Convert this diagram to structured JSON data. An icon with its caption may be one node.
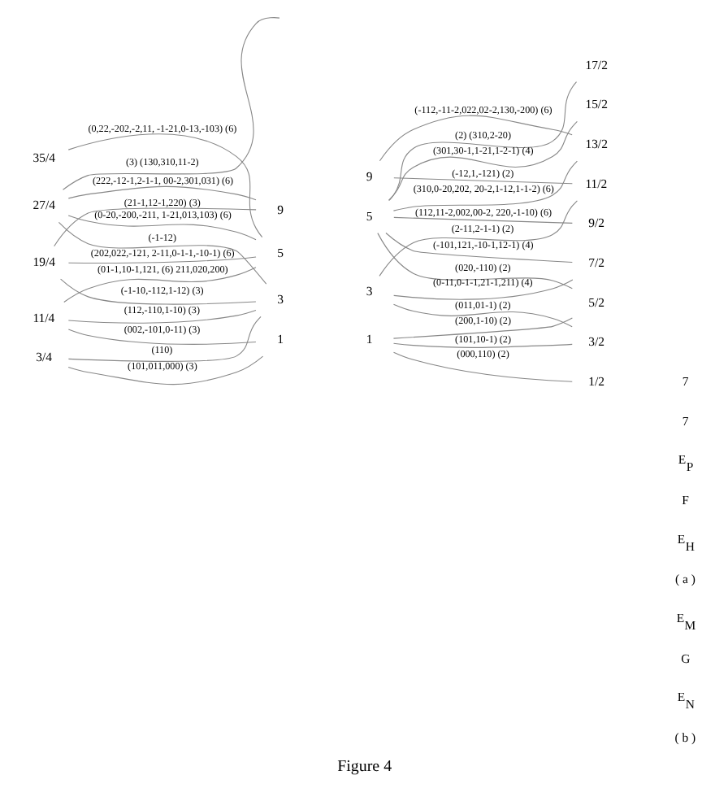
{
  "diagram": {
    "caption": "Figure 4",
    "nodes": [
      {
        "text": [
          "35/4"
        ]
      },
      {
        "text": [
          "27/4"
        ]
      },
      {
        "text": [
          "19/4"
        ]
      },
      {
        "text": [
          "11/4"
        ]
      },
      {
        "text": [
          "3/4"
        ]
      },
      {
        "text": [
          "9"
        ]
      },
      {
        "text": [
          "5"
        ]
      },
      {
        "text": [
          "3"
        ]
      },
      {
        "text": [
          "1"
        ]
      },
      {
        "text": [
          "9"
        ]
      },
      {
        "text": [
          "5"
        ]
      },
      {
        "text": [
          "3"
        ]
      },
      {
        "text": [
          "1"
        ]
      },
      {
        "text": [
          "17/2"
        ]
      },
      {
        "text": [
          "15/2"
        ]
      },
      {
        "text": [
          "13/2"
        ]
      },
      {
        "text": [
          "11/2"
        ]
      },
      {
        "text": [
          "9/2"
        ]
      },
      {
        "text": [
          "7/2"
        ]
      },
      {
        "text": [
          "5/2"
        ]
      },
      {
        "text": [
          "3/2"
        ]
      },
      {
        "text": [
          "1/2"
        ]
      }
    ],
    "edges": [
      {
        "from": 1,
        "to": null,
        "arrow": "none",
        "label": "(3) (130,310,11-2)"
      },
      {
        "from": 1,
        "to": 5,
        "arrow": "none",
        "label": "(222,-12-1,2-1-1, 00-2,301,031) (6)"
      },
      {
        "from": 0,
        "to": 6,
        "arrow": "none",
        "label": "(0,22,-202,-2,11, -1-21,0-13,-103) (6)"
      },
      {
        "from": 1,
        "to": 6,
        "arrow": "none",
        "label": "(0-20,-200,-211, 1-21,013,103) (6)"
      },
      {
        "from": 1,
        "to": 7,
        "arrow": "none",
        "label": "(-1-12)"
      },
      {
        "from": 2,
        "to": 5,
        "arrow": "none",
        "label": "(21-1,12-1,220) (3)"
      },
      {
        "from": 2,
        "to": 6,
        "arrow": "none",
        "label": "(202,022,-121, 2-11,0-1-1,-10-1) (6)"
      },
      {
        "from": 2,
        "to": 7,
        "arrow": "none",
        "label": "(-1-10,-112,1-12) (3)"
      },
      {
        "from": 3,
        "to": 6,
        "arrow": "none",
        "label": "(01-1,10-1,121, (6) 211,020,200)"
      },
      {
        "from": 3,
        "to": 7,
        "arrow": "none",
        "label": "(112,-110,1-10) (3)"
      },
      {
        "from": 3,
        "to": 8,
        "arrow": "none",
        "label": "(002,-101,0-11) (3)"
      },
      {
        "from": 4,
        "to": 7,
        "arrow": "none",
        "label": "(110)"
      },
      {
        "from": 4,
        "to": 8,
        "arrow": "none",
        "label": "(101,011,000) (3)"
      },
      {
        "from": 9,
        "to": 15,
        "arrow": "none",
        "label": "(-112,-11-2,022,02-2,130,-200) (6)"
      },
      {
        "from": 9,
        "to": 16,
        "arrow": "none",
        "label": "(-12,1,-121) (2)"
      },
      {
        "from": 10,
        "to": 13,
        "arrow": "none",
        "label": "(2) (310,2-20)"
      },
      {
        "from": 10,
        "to": 14,
        "arrow": "none",
        "label": "(301,30-1,1-21,1-2-1) (4)"
      },
      {
        "from": 10,
        "to": 15,
        "arrow": "none",
        "label": "(310,0-20,202, 20-2,1-12,1-1-2) (6)"
      },
      {
        "from": 10,
        "to": 17,
        "arrow": "none",
        "label": "(112,11-2,002,00-2, 220,-1-10) (6)"
      },
      {
        "from": 10,
        "to": 18,
        "arrow": "none",
        "label": "(-101,121,-10-1,12-1) (4)"
      },
      {
        "from": 10,
        "to": 19,
        "arrow": "none",
        "label": "(020,-110) (2)"
      },
      {
        "from": 11,
        "to": 16,
        "arrow": "none",
        "label": "(2-11,2-1-1) (2)"
      },
      {
        "from": 11,
        "to": 18,
        "arrow": "none",
        "label": "(0-11,0-1-1,21-1,211) (4)"
      },
      {
        "from": 11,
        "to": 20,
        "arrow": "none",
        "label": "(011,01-1) (2)"
      },
      {
        "from": 12,
        "to": 19,
        "arrow": "none",
        "label": "(200,1-10) (2)"
      },
      {
        "from": 12,
        "to": 20,
        "arrow": "none",
        "label": "(101,10-1) (2)"
      },
      {
        "from": 12,
        "to": 21,
        "arrow": "none",
        "label": "(000,110) (2)"
      }
    ],
    "labels": [
      "7",
      "7",
      "E$_{P}$",
      "F",
      "E$_{H}$",
      "( a )",
      "E$_{M}$",
      "G",
      "E$_{N}$",
      "( b )"
    ]
  }
}
